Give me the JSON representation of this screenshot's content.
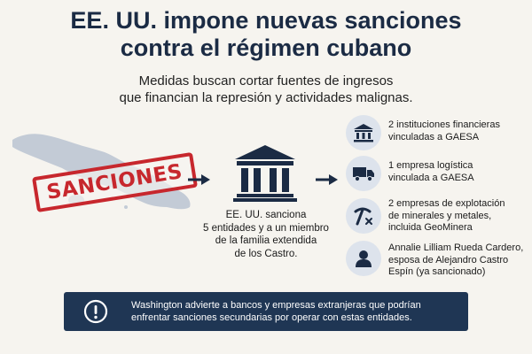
{
  "header": {
    "title_line1": "EE. UU. impone nuevas sanciones",
    "title_line2": "contra el régimen cubano",
    "subtitle_line1": "Medidas buscan cortar fuentes de ingresos",
    "subtitle_line2": "que financian la represión y actividades malignas."
  },
  "map": {
    "stamp_label": "SANCIONES",
    "stamp_color": "#c7272d",
    "map_color": "#c3cbd6"
  },
  "center": {
    "icon": "bank-icon",
    "lines": [
      "EE. UU. sanciona",
      "5 entidades y a un miembro",
      "de la familia extendida",
      "de los Castro."
    ]
  },
  "items": [
    {
      "icon": "bank-icon",
      "lines": [
        "2 instituciones financieras",
        "vinculadas a GAESA"
      ]
    },
    {
      "icon": "truck-icon",
      "lines": [
        "1 empresa logística",
        "vinculada a GAESA"
      ]
    },
    {
      "icon": "pickaxe-icon",
      "lines": [
        "2 empresas de explotación",
        "de minerales y metales,",
        "incluida GeoMinera"
      ]
    },
    {
      "icon": "person-icon",
      "lines": [
        "Annalie Lilliam Rueda Cardero,",
        "esposa de Alejandro Castro",
        "Espín (ya sancionado)"
      ]
    }
  ],
  "banner": {
    "icon": "alert-icon",
    "line1": "Washington advierte a bancos y empresas extranjeras que podrían",
    "line2": "enfrentar sanciones secundarias por operar con estas entidades."
  },
  "colors": {
    "navy": "#1b2b44",
    "banner_bg": "#1f3654",
    "circle_bg": "#dde3ec"
  }
}
